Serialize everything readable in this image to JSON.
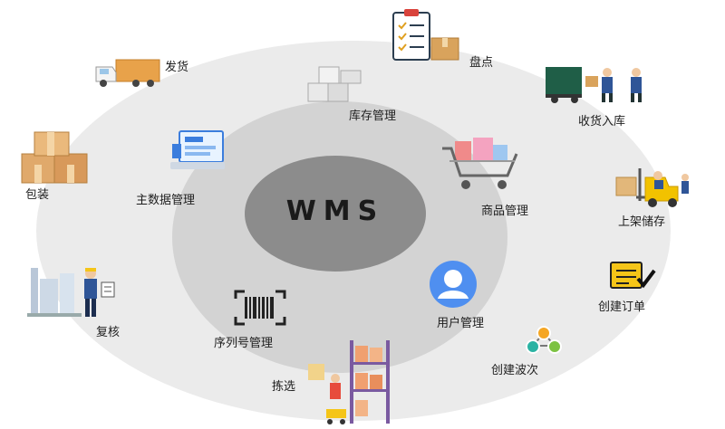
{
  "center": {
    "title": "WMS"
  },
  "inner_modules": {
    "inventory": "库存管理",
    "master_data": "主数据管理",
    "product": "商品管理",
    "user": "用户管理",
    "serial": "序列号管理"
  },
  "outer_steps": {
    "ship": "发货",
    "stocktake": "盘点",
    "receive": "收货入库",
    "shelve": "上架储存",
    "order": "创建订单",
    "wave": "创建波次",
    "pick": "拣选",
    "review": "复核",
    "pack": "包装"
  },
  "colors": {
    "outer_ring": "#ebebeb",
    "middle_ring": "#d3d3d3",
    "core": "#8c8c8c",
    "user_icon": "#4f8ff0",
    "accent_yellow": "#f5c518"
  },
  "icons": {
    "ship": "delivery-truck-icon",
    "stocktake": "clipboard-icon",
    "receive": "truck-unloading-icon",
    "shelve": "forklift-icon",
    "order": "order-clipboard-icon",
    "wave": "wave-nodes-icon",
    "pick": "picking-shelf-icon",
    "review": "inspection-worker-icon",
    "pack": "boxes-icon",
    "inventory": "stacked-boxes-icon",
    "master_data": "computer-monitor-icon",
    "product": "shopping-cart-icon",
    "user": "user-avatar-icon",
    "serial": "barcode-icon"
  }
}
